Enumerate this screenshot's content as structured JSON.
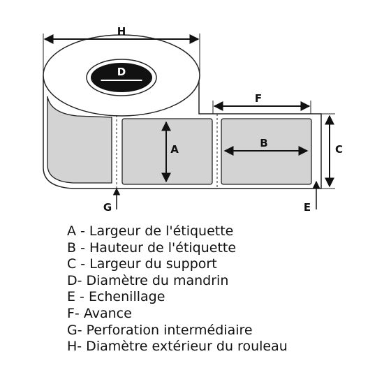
{
  "diagram": {
    "labels": {
      "H": "H",
      "D": "D",
      "A": "A",
      "B": "B",
      "C": "C",
      "E": "E",
      "F": "F",
      "G": "G"
    },
    "colors": {
      "label_fill": "#d3d3d3",
      "outline": "#222222",
      "core_dark": "#111111"
    }
  },
  "legend": [
    "A - Largeur de l'étiquette",
    "B - Hauteur de l'étiquette",
    "C - Largeur du support",
    "D- Diamètre du mandrin",
    "E - Echenillage",
    "F- Avance",
    "G- Perforation intermédiaire",
    "H- Diamètre extérieur du rouleau"
  ]
}
